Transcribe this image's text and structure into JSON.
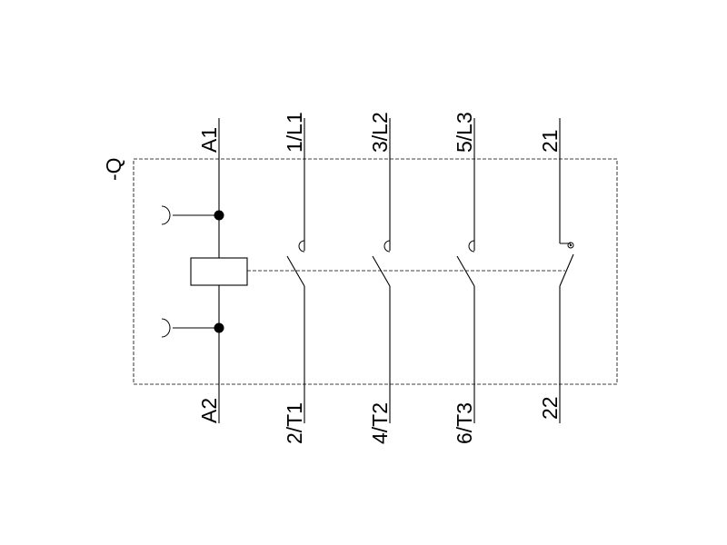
{
  "device": {
    "reference": "-Q"
  },
  "coil": {
    "top_label": "A1",
    "bottom_label": "A2"
  },
  "main_contacts": [
    {
      "top_label": "1/L1",
      "bottom_label": "2/T1"
    },
    {
      "top_label": "3/L2",
      "bottom_label": "4/T2"
    },
    {
      "top_label": "5/L3",
      "bottom_label": "6/T3"
    }
  ],
  "auxiliary_contact": {
    "top_label": "21",
    "bottom_label": "22"
  }
}
